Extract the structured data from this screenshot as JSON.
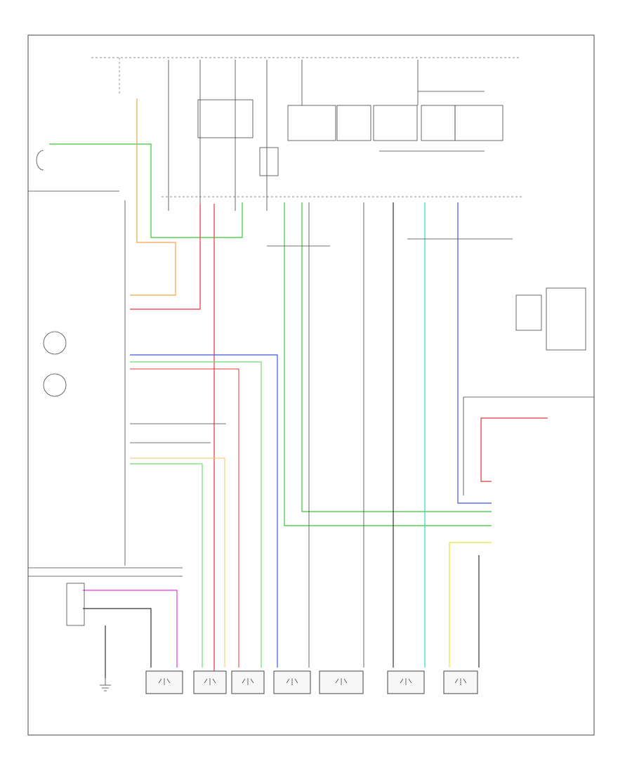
{
  "diagram": {
    "footer_code": "",
    "bottom_components": [
      {
        "id": "blower-relay",
        "label": "",
        "pins": ""
      },
      {
        "id": "lower-mode-door",
        "label": "",
        "pins": ""
      },
      {
        "id": "recirc-door",
        "label": "",
        "pins": ""
      },
      {
        "id": "ac-compressor",
        "label": "",
        "pins": ""
      },
      {
        "id": "temp-actuator-left",
        "label": "",
        "pins": ""
      },
      {
        "id": "temp-actuator-right",
        "label": "",
        "pins": ""
      },
      {
        "id": "ambient-sensor",
        "label": "",
        "pins": ""
      }
    ],
    "ground_label": "",
    "colors": {
      "green": "#39c83a",
      "orange": "#f2a24a",
      "red": "#e8343f",
      "pink": "#e23adc",
      "blue": "#3f56e6",
      "light_green": "#6fdc6f",
      "cyan": "#27d6d6",
      "yellow": "#e6e62a",
      "black": "#222222",
      "frame": "#666666"
    }
  }
}
